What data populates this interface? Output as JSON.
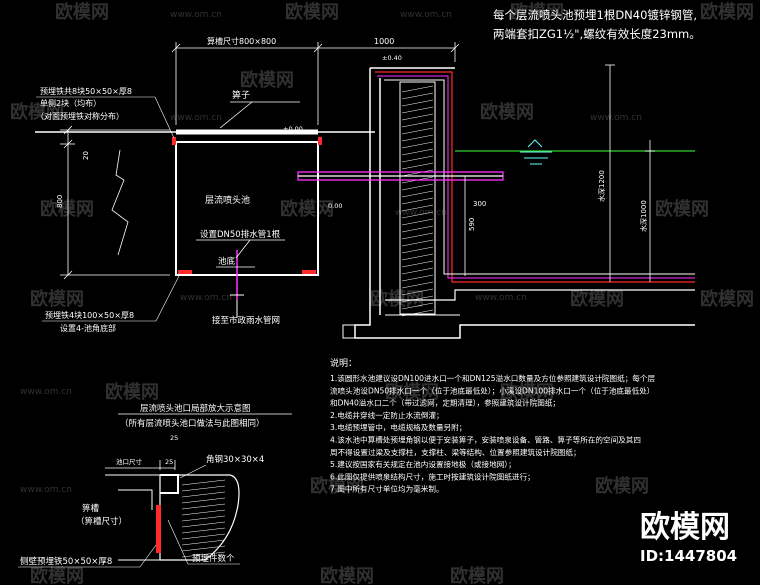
{
  "watermark": {
    "brand": "欧模网",
    "site": "www.om.cn",
    "corner_brand": "欧模网",
    "corner_id": "ID:1447804"
  },
  "top_note": {
    "line1": "每个层流喷头池预埋1根DN40镀锌钢管,",
    "line2": "两端套扣ZG1½\",螺纹有效长度23mm。"
  },
  "dimensions": {
    "width_pit": "算槽尺寸800×800",
    "width_1000": "1000",
    "elev_top": "±0.40",
    "elev_mid": "±0.00",
    "elev_300": "300",
    "elev_pit": "0.00",
    "water_depth_1200": "水深1200",
    "water_depth_1000": "水深1000",
    "dim_20": "20",
    "dim_800": "800",
    "dim_590": "590",
    "dim_25": "25"
  },
  "labels": {
    "embed_iron_top_1": "预埋铁共8块50×50×厚8",
    "embed_iron_top_2": "单侧2块（均布）",
    "embed_iron_top_3": "（对面预埋铁对称分布）",
    "grate": "箅子",
    "nozzle_pool": "层流喷头池",
    "drain_pipe": "设置DN50排水管1根",
    "pool_bottom": "池底",
    "embed_iron_bottom_1": "预埋铁4块100×50×厚8",
    "embed_iron_bottom_2": "设置4-池角底部",
    "connect_rain": "接至市政雨水管网"
  },
  "detail": {
    "title": "层流喷头池口局部放大示意图",
    "subtitle": "（所有层流喷头池口做法与此图相同）",
    "label_pit": "池口尺寸",
    "angle_steel": "角钢30×30×4",
    "grate_1": "箅槽",
    "grate_2": "（箅槽尺寸）",
    "side_iron": "侧壁预埋铁50×50×厚8",
    "embed_count": "预埋件数个",
    "dim_25": "25"
  },
  "notes": {
    "heading": "说明：",
    "items": [
      "1.该圆形水池建议设DN100进水口一个和DN125溢水口数量及方位参照建筑设计院图纸；每个层",
      "流喷头池设DN50排水口一个（位于池底最低处）；小溪设DN100排水口一个（位于池底最低处）",
      "和DN40溢水口二个（带过滤网，定期清理），参照建筑设计院图纸；",
      "2.电缆井穿线一定防止水流倒灌；",
      "3.电缆预埋管中，电缆规格及数量另附；",
      "4.该水池中算槽处预埋角钢以便于安装箅子，安装喷泉设备、管路、箅子等所在的空间及其四",
      "周不得设置过梁及支撑柱，支撑柱、梁等结构、位置参照建筑设计院图纸；",
      "5.建议按国家有关规定在池内设置接地极（或接地网）；",
      "6.此图仅提供喷泉结构尺寸，施工时按建筑设计院图纸进行；",
      "7.图中所有尺寸单位均为毫米制。"
    ]
  },
  "colors": {
    "background": "#000000",
    "line": "#ffffff",
    "red": "#ff2a2a",
    "magenta": "#ff33ff",
    "green": "#2fd12f",
    "cyan": "#66ffff"
  }
}
